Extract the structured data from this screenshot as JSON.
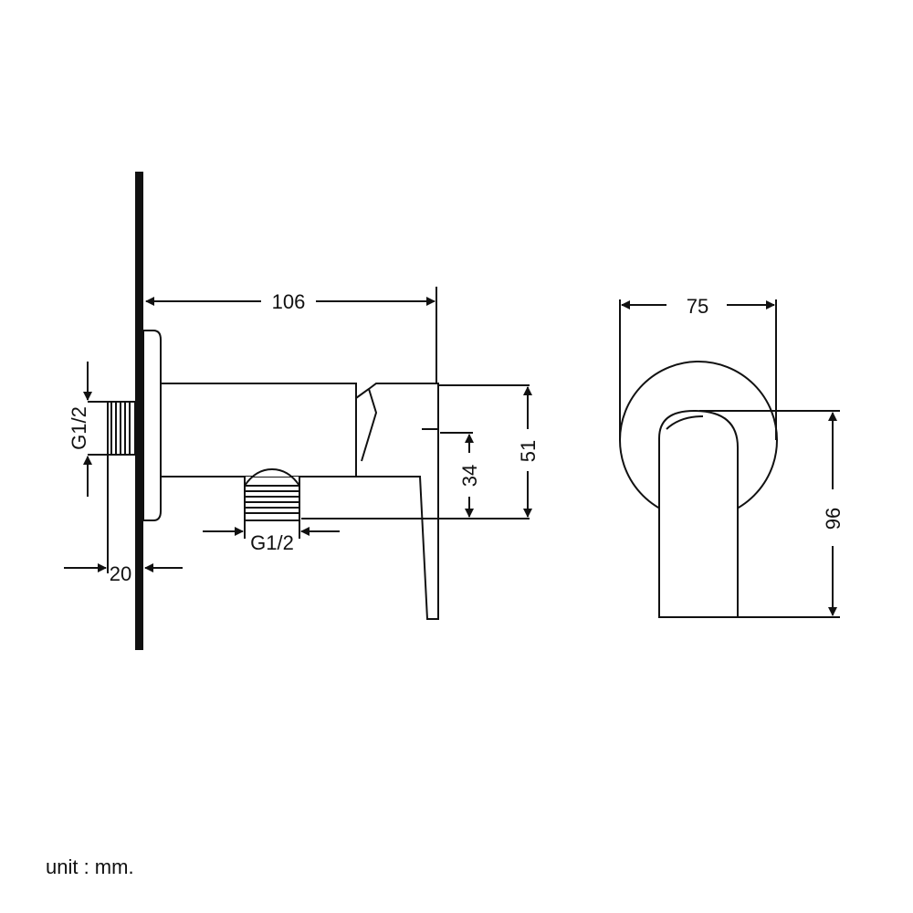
{
  "dimensions": {
    "length": "106",
    "width": "75",
    "handle_height": "51",
    "outlet_height": "34",
    "front_height": "96",
    "wall_depth": "20",
    "inlet_thread": "G1/2",
    "outlet_thread": "G1/2"
  },
  "unit_note": "unit : mm."
}
